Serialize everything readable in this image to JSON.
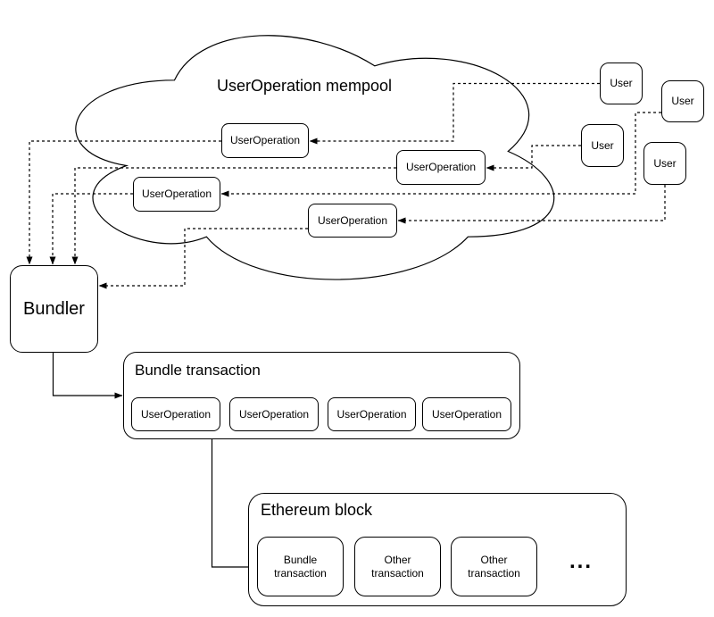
{
  "colors": {
    "background": "#ffffff",
    "stroke": "#000000",
    "shape_fill": "#ffffff"
  },
  "mempool": {
    "title": "UserOperation mempool",
    "nodes": [
      {
        "label": "UserOperation"
      },
      {
        "label": "UserOperation"
      },
      {
        "label": "UserOperation"
      },
      {
        "label": "UserOperation"
      }
    ]
  },
  "users": [
    {
      "label": "User"
    },
    {
      "label": "User"
    },
    {
      "label": "User"
    },
    {
      "label": "User"
    }
  ],
  "bundler": {
    "label": "Bundler"
  },
  "bundle_transaction": {
    "title": "Bundle transaction",
    "nodes": [
      {
        "label": "UserOperation"
      },
      {
        "label": "UserOperation"
      },
      {
        "label": "UserOperation"
      },
      {
        "label": "UserOperation"
      }
    ]
  },
  "ethereum_block": {
    "title": "Ethereum block",
    "nodes": [
      {
        "label": "Bundle transaction"
      },
      {
        "label": "Other transaction"
      },
      {
        "label": "Other transaction"
      }
    ],
    "ellipsis": "..."
  }
}
